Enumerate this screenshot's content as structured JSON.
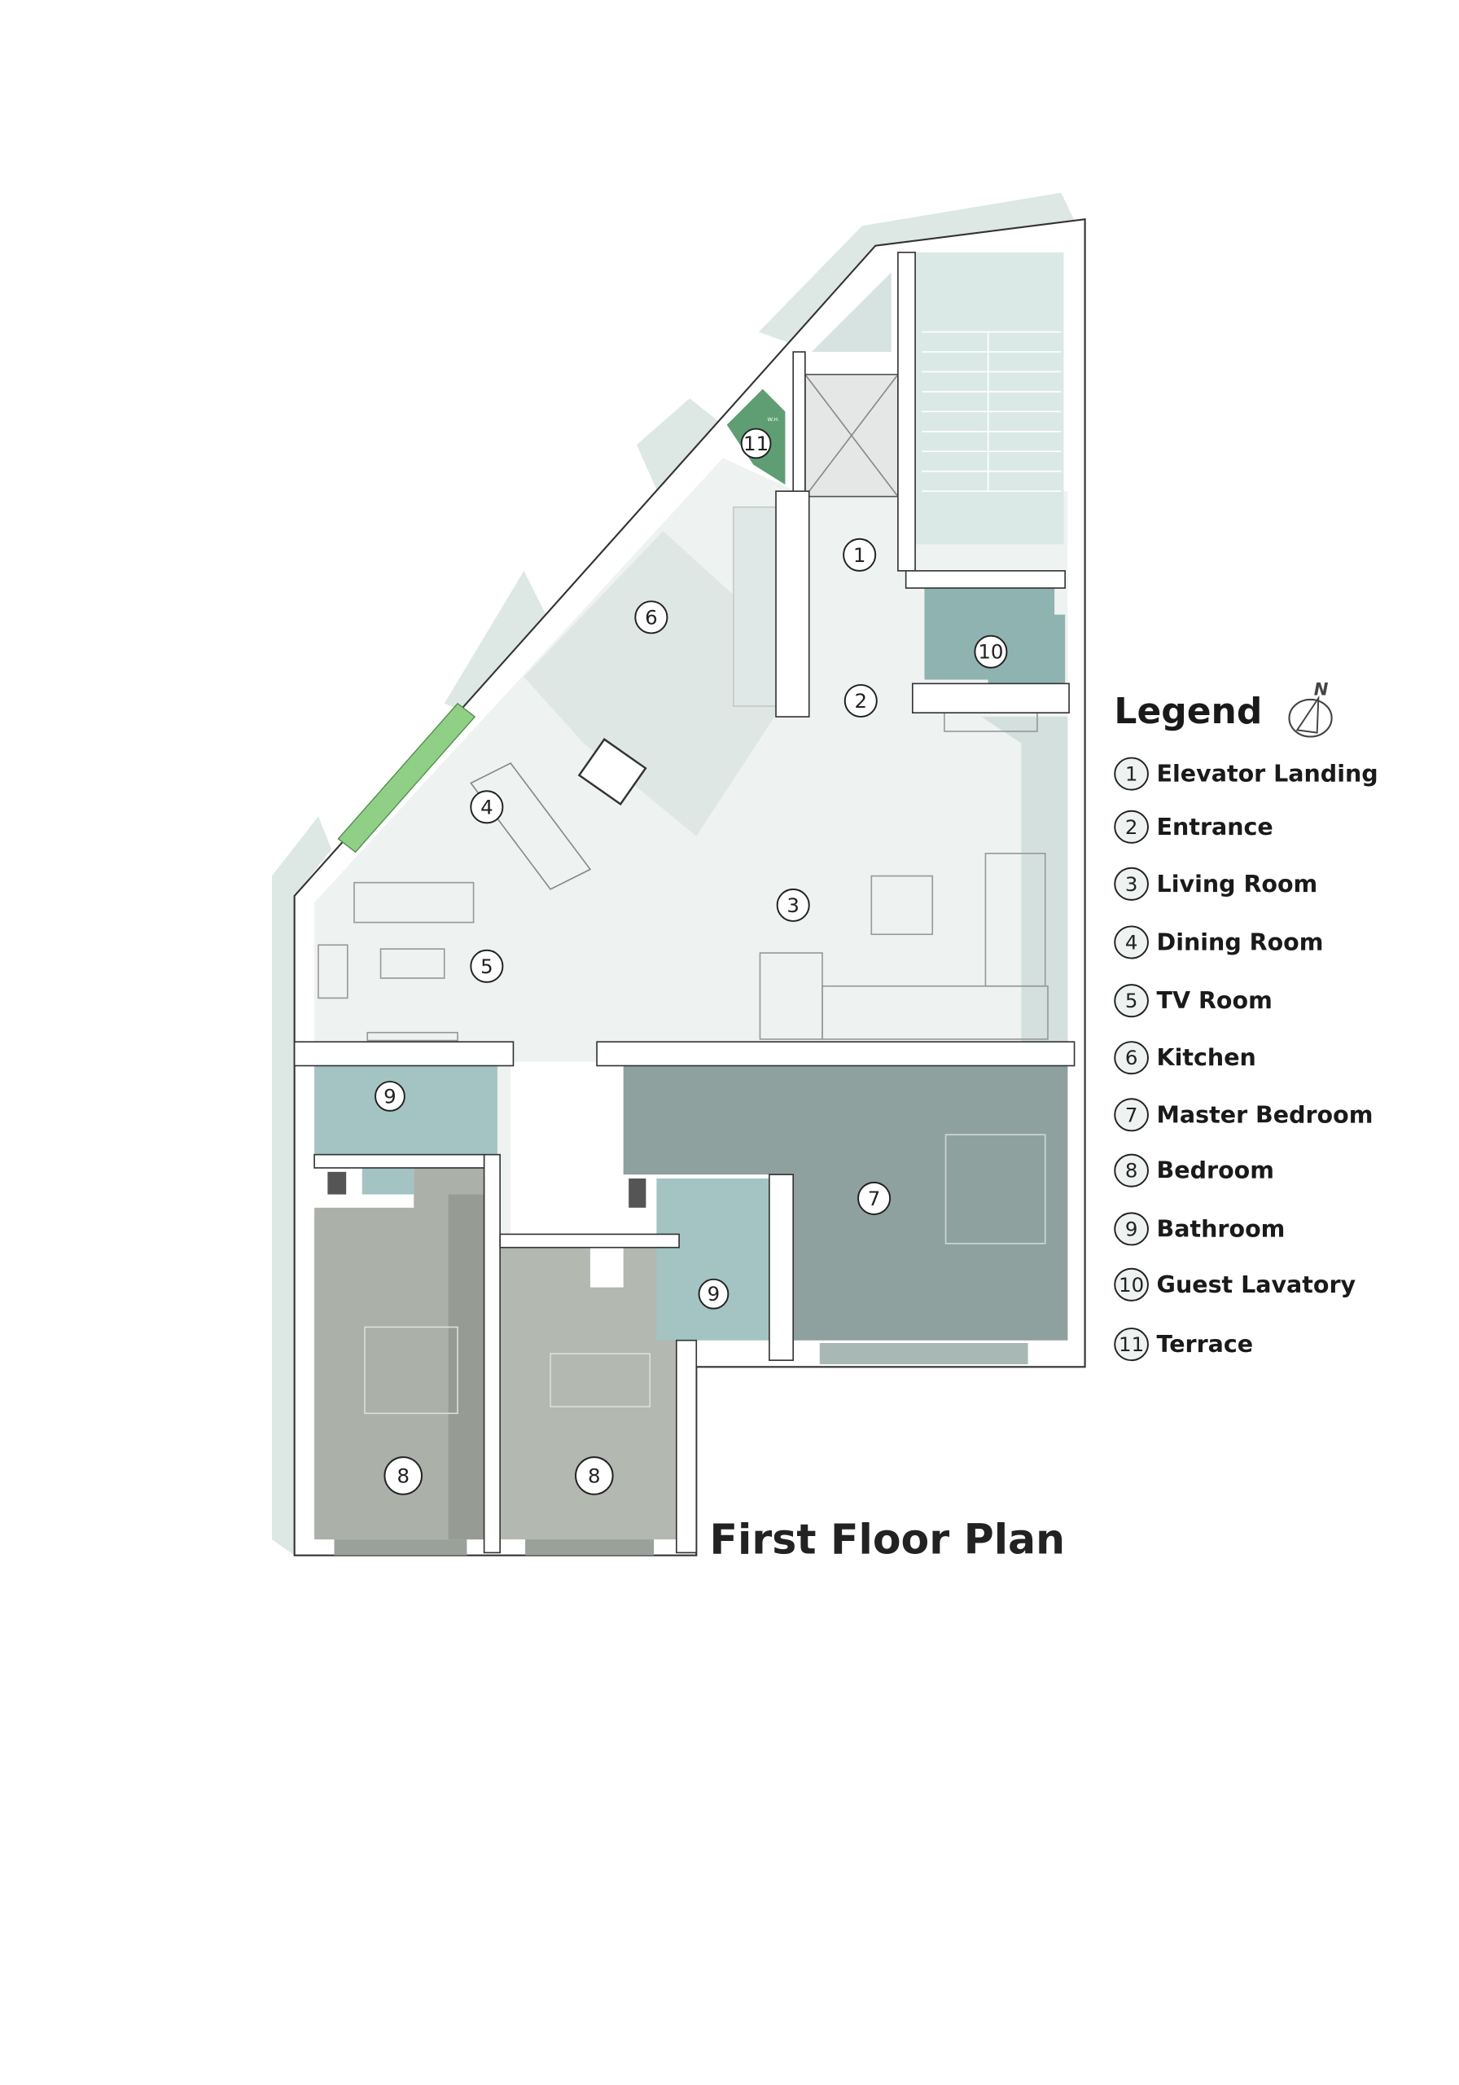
{
  "title": "First Floor Plan",
  "legend": {
    "heading": "Legend",
    "north_label": "N",
    "items": [
      {
        "num": "1",
        "label": "Elevator Landing"
      },
      {
        "num": "2",
        "label": "Entrance"
      },
      {
        "num": "3",
        "label": "Living Room"
      },
      {
        "num": "4",
        "label": "Dining Room"
      },
      {
        "num": "5",
        "label": "TV Room"
      },
      {
        "num": "6",
        "label": "Kitchen"
      },
      {
        "num": "7",
        "label": "Master Bedroom"
      },
      {
        "num": "8",
        "label": "Bedroom"
      },
      {
        "num": "9",
        "label": "Bathroom"
      },
      {
        "num": "10",
        "label": "Guest Lavatory"
      },
      {
        "num": "11",
        "label": "Terrace"
      }
    ]
  },
  "rooms": {
    "r1": "1",
    "r2": "2",
    "r3": "3",
    "r4": "4",
    "r5": "5",
    "r6": "6",
    "r7": "7",
    "r8a": "8",
    "r8b": "8",
    "r9a": "9",
    "r9b": "9",
    "r10": "10",
    "r11": "11"
  },
  "water_heater_label": "W.H.",
  "colors": {
    "floor": "#eef2f1",
    "shadow": "#d5e2df",
    "stairs": "#dbe9e6",
    "bath": "#a3c4c2",
    "lavatory": "#8fb3b0",
    "master": "#8fa19e",
    "bedroom": "#abb0a9",
    "terrace": "#5e9e72",
    "planter": "#8fcf86"
  }
}
